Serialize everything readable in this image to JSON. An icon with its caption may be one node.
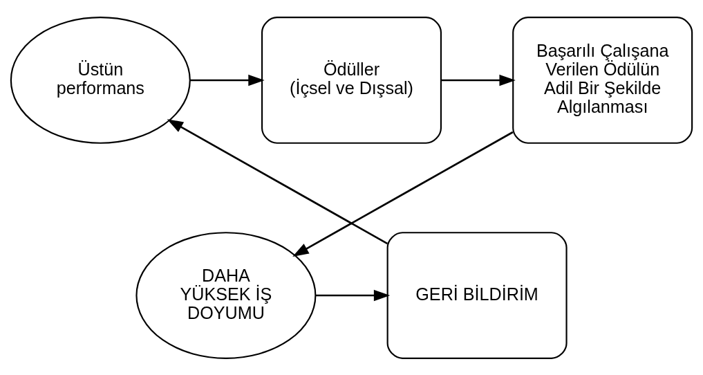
{
  "diagram": {
    "nodes": [
      {
        "text": [
          "Üstün performans"
        ]
      },
      {
        "text": [
          "Ödüller",
          "(İçsel ve Dışsal)"
        ]
      },
      {
        "text": [
          "Başarılı Çalışana Verilen Ödülün Adil Bir Şekilde Algılanması"
        ]
      },
      {
        "text": [
          "DAHA YÜKSEK İŞ DOYUMU"
        ]
      },
      {
        "text": [
          "GERİ BİLDİRİM"
        ]
      }
    ],
    "edges": [
      {
        "from": 0,
        "to": 1,
        "arrow": "to"
      },
      {
        "from": 1,
        "to": 2,
        "arrow": "to"
      },
      {
        "from": 2,
        "to": 3,
        "arrow": "to"
      },
      {
        "from": 3,
        "to": 4,
        "arrow": "to"
      },
      {
        "from": 4,
        "to": 0,
        "arrow": "to"
      }
    ]
  }
}
